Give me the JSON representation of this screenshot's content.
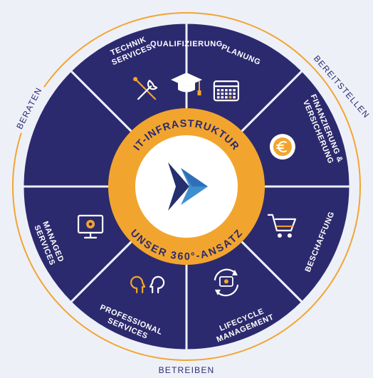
{
  "colors": {
    "background": "#eef0f8",
    "segment": "#2c2a6e",
    "accent": "#f2a52e",
    "separator": "#eef0f8",
    "icon": "#ffffff",
    "ring_text": "#2c2a6e",
    "logo_dark": "#252f6e",
    "logo_light": "#3d8fd0"
  },
  "outer_ring": {
    "labels": [
      "BERATEN",
      "BEREITSTELLEN",
      "BETREIBEN"
    ]
  },
  "center": {
    "top_text": "IT-INFRASTRUKTUR",
    "bottom_text": "UNSER 360°-ANSATZ",
    "logo": "double-chevron-logo"
  },
  "segments": [
    {
      "lines": [
        "TECHNIK",
        "SERVICES"
      ],
      "icon": "tools-icon"
    },
    {
      "lines": [
        "PLANUNG"
      ],
      "icon": "calendar-icon"
    },
    {
      "lines": [
        "FINANZIERUNG &",
        "VERSICHERUNG"
      ],
      "icon": "euro-coin-icon"
    },
    {
      "lines": [
        "BESCHAFFUNG"
      ],
      "icon": "shopping-cart-icon"
    },
    {
      "lines": [
        "LIFECYCLE",
        "MANAGEMENT"
      ],
      "icon": "lifecycle-icon"
    },
    {
      "lines": [
        "PROFESSIONAL",
        "SERVICES"
      ],
      "icon": "people-icon"
    },
    {
      "lines": [
        "MANAGED",
        "SERVICES"
      ],
      "icon": "monitor-gear-icon"
    },
    {
      "lines": [
        "QUALIFIZIERUNG"
      ],
      "icon": "graduation-cap-icon"
    }
  ]
}
